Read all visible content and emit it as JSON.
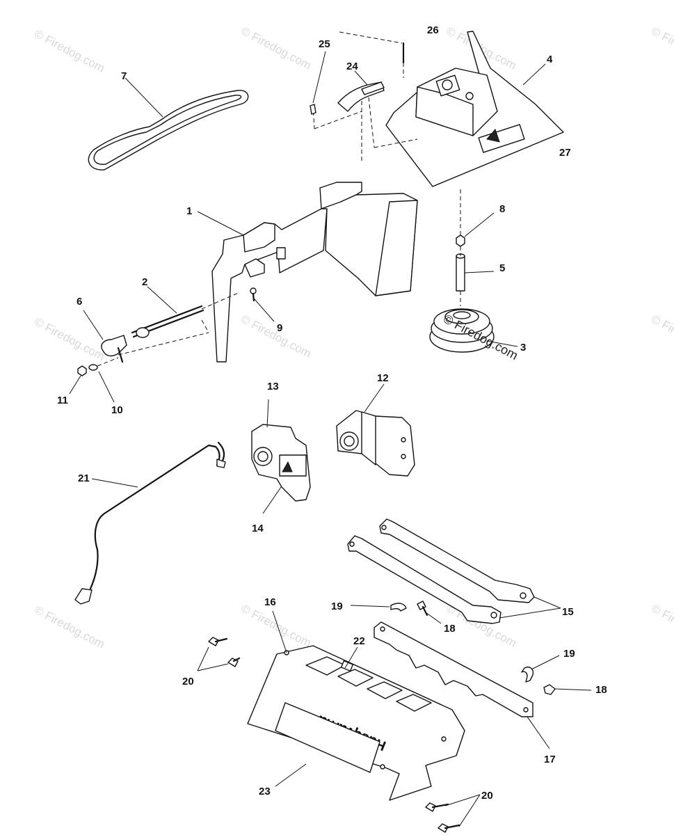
{
  "watermark": "© Firedog.com",
  "brand_text": "Husqvarna",
  "parts": [
    {
      "id": "p1",
      "label": "1"
    },
    {
      "id": "p2",
      "label": "2"
    },
    {
      "id": "p3",
      "label": "3"
    },
    {
      "id": "p4",
      "label": "4"
    },
    {
      "id": "p5",
      "label": "5"
    },
    {
      "id": "p6",
      "label": "6"
    },
    {
      "id": "p7",
      "label": "7"
    },
    {
      "id": "p8",
      "label": "8"
    },
    {
      "id": "p9",
      "label": "9"
    },
    {
      "id": "p10",
      "label": "10"
    },
    {
      "id": "p11",
      "label": "11"
    },
    {
      "id": "p12",
      "label": "12"
    },
    {
      "id": "p13",
      "label": "13"
    },
    {
      "id": "p14",
      "label": "14"
    },
    {
      "id": "p15",
      "label": "15"
    },
    {
      "id": "p16",
      "label": "16"
    },
    {
      "id": "p17",
      "label": "17"
    },
    {
      "id": "p18a",
      "label": "18"
    },
    {
      "id": "p18b",
      "label": "18"
    },
    {
      "id": "p19a",
      "label": "19"
    },
    {
      "id": "p19b",
      "label": "19"
    },
    {
      "id": "p20a",
      "label": "20"
    },
    {
      "id": "p20b",
      "label": "20"
    },
    {
      "id": "p21",
      "label": "21"
    },
    {
      "id": "p22",
      "label": "22"
    },
    {
      "id": "p23",
      "label": "23"
    },
    {
      "id": "p24",
      "label": "24"
    },
    {
      "id": "p25",
      "label": "25"
    },
    {
      "id": "p26",
      "label": "26"
    },
    {
      "id": "p27",
      "label": "27"
    }
  ]
}
